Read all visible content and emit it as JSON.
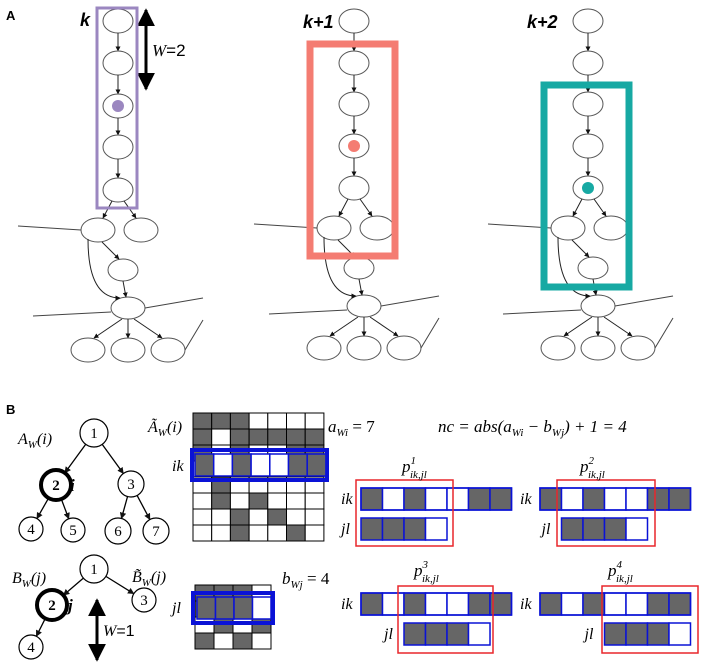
{
  "panel_a": {
    "label": "A",
    "columns": [
      {
        "label": "k",
        "color": "#9b87c0"
      },
      {
        "label": "k+1",
        "color": "#f47c72"
      },
      {
        "label": "k+2",
        "color": "#17a9a3"
      }
    ],
    "window": {
      "label": "W",
      "value_text": "=2"
    }
  },
  "panel_b": {
    "label": "B",
    "tree_a": {
      "title_main": "A",
      "title_sub": "W",
      "title_arg": "(i)",
      "nodes": [
        "1",
        "2",
        "3",
        "4",
        "5",
        "6",
        "7"
      ],
      "highlight_label": "i"
    },
    "tree_b": {
      "title_main": "B",
      "title_sub": "W",
      "title_arg": "(j)",
      "tilde_title_main": "B̃",
      "tilde_title_sub": "W",
      "tilde_title_arg": "(j)",
      "nodes": [
        "1",
        "2",
        "3",
        "4"
      ],
      "highlight_label": "j"
    },
    "window": {
      "label": "W",
      "value_text": "=1"
    },
    "matrix_a_title": {
      "main": "Ã",
      "sub": "W",
      "arg": "(i)"
    },
    "row_label_ik": "ik",
    "row_label_jl": "jl",
    "awi_text": {
      "main": "a",
      "sub": "Wi",
      "rest": " = 7"
    },
    "nc_text": {
      "prefix": "nc = abs(a",
      "sub1": "Wi",
      "mid": " − b",
      "sub2": "Wj",
      "suffix": ") + 1 = 4"
    },
    "bwj_text": {
      "main": "b",
      "sub": "Wj",
      "rest": " = 4"
    },
    "p_labels": [
      {
        "main": "p",
        "sup": "1",
        "sub": "ik,jl"
      },
      {
        "main": "p",
        "sup": "2",
        "sub": "ik,jl"
      },
      {
        "main": "p",
        "sup": "3",
        "sub": "ik,jl"
      },
      {
        "main": "p",
        "sup": "4",
        "sub": "ik,jl"
      }
    ],
    "ik_row_pattern": [
      1,
      0,
      1,
      0,
      0,
      1,
      1
    ],
    "jl_row_pattern": [
      1,
      1,
      1,
      0
    ],
    "matrix_a_grid": [
      [
        1,
        1,
        1,
        0,
        0,
        0,
        0
      ],
      [
        1,
        0,
        1,
        1,
        1,
        1,
        1
      ],
      [
        1,
        0,
        1,
        0,
        0,
        1,
        1
      ],
      [
        0,
        0,
        0,
        0,
        0,
        0,
        0
      ],
      [
        0,
        1,
        0,
        0,
        0,
        0,
        0
      ],
      [
        0,
        1,
        0,
        1,
        0,
        0,
        0
      ],
      [
        0,
        0,
        1,
        0,
        1,
        0,
        0
      ],
      [
        0,
        0,
        1,
        0,
        0,
        1,
        0
      ]
    ],
    "matrix_b_grid": [
      [
        1,
        1,
        1,
        0
      ],
      [
        1,
        1,
        1,
        0
      ],
      [
        0,
        1,
        0,
        1
      ],
      [
        1,
        0,
        1,
        0
      ]
    ],
    "colors": {
      "fill": "#666666",
      "highlight_blue": "#0a12d6",
      "window_red": "#e8262b"
    }
  }
}
